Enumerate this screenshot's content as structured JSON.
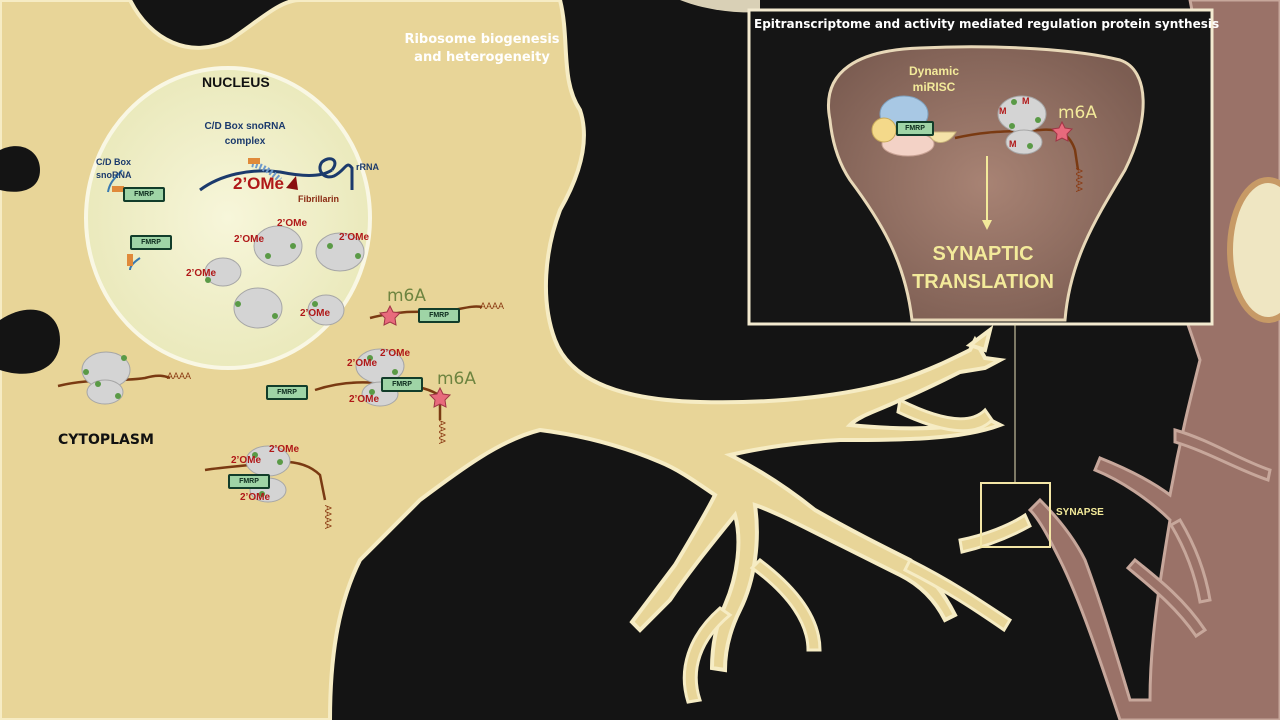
{
  "labels": {
    "ribosome_title": "Ribosome biogenesis\nand heterogeneity",
    "nucleus": "NUCLEUS",
    "cytoplasm": "CYTOPLASM",
    "snorna_complex": "C/D Box snoRNA\ncomplex",
    "cd_box_snorna": "C/D Box\nsnoRNA",
    "rrna": "rRNA",
    "fibrillarin": "Fibrillarin",
    "big_ome": "2’OMe",
    "inset_title": "Epitranscriptome and activity mediated regulation protein synthesis",
    "dynamic_mirisc": "Dynamic\nmiRISC",
    "synaptic_translation": "SYNAPTIC\nTRANSLATION",
    "synapse": "SYNAPSE",
    "m": "M"
  },
  "marks": {
    "ome": "2’OMe",
    "fmrp": "FMRP",
    "m6a": "m6A",
    "polya": "AAAA"
  },
  "colors": {
    "background": "#111111",
    "neuron_body": "#e8d598",
    "neuron_edge": "#f6ecc4",
    "nucleus": "#f2f1cf",
    "second_neuron": "#9a7268",
    "fmrp_fill": "#9fd4a6",
    "ome_text": "#b01818",
    "mrna": "#7a3a12",
    "rrna": "#1b3a6c",
    "m6a_star": "#e86a7c"
  }
}
